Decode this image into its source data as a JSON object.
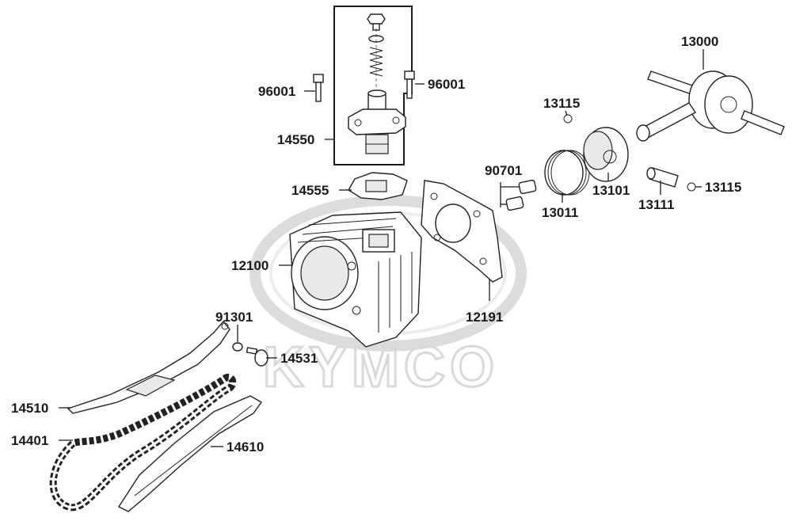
{
  "watermark": {
    "text": "KYMCO",
    "color": "#d9d9d9"
  },
  "labels": {
    "l96001a": "96001",
    "l96001b": "96001",
    "l14550": "14550",
    "l14555": "14555",
    "l12100": "12100",
    "l12191": "12191",
    "l90701": "90701",
    "l13011": "13011",
    "l13115a": "13115",
    "l13101": "13101",
    "l13000": "13000",
    "l13111": "13111",
    "l13115b": "13115",
    "l91301": "91301",
    "l14531": "14531",
    "l14510": "14510",
    "l14401": "14401",
    "l14610": "14610"
  }
}
